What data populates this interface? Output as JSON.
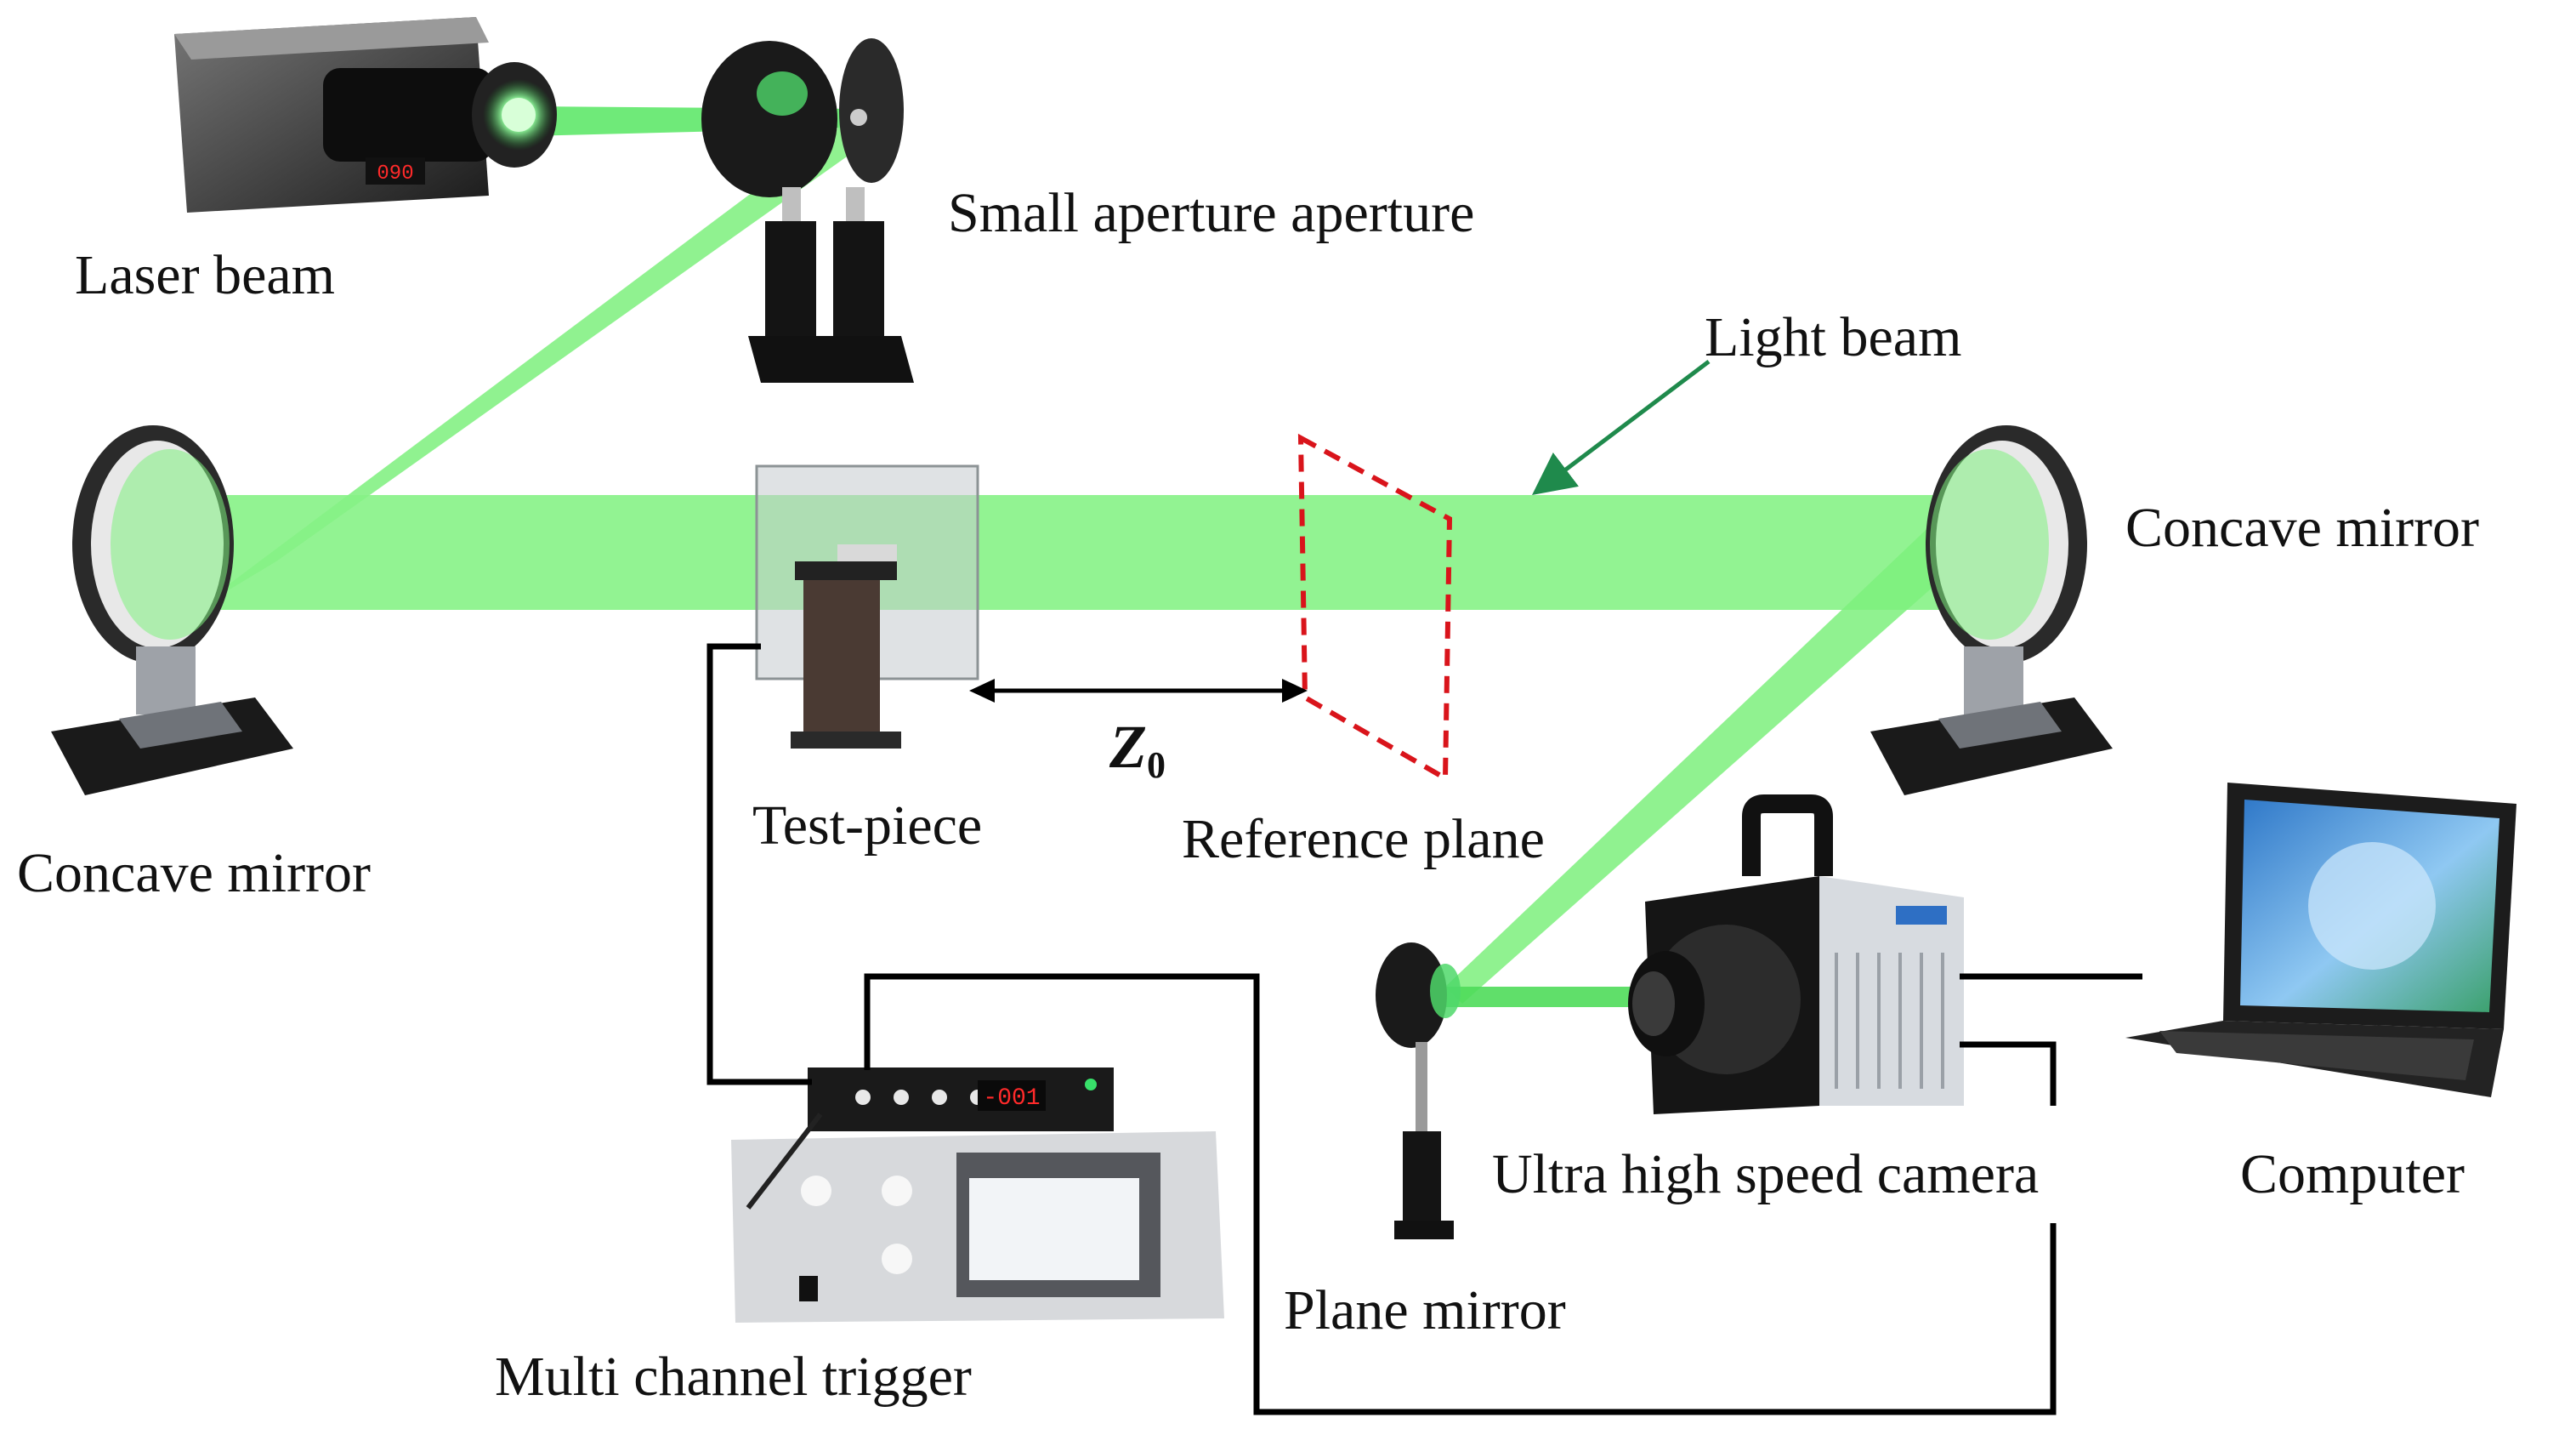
{
  "labels": {
    "laser_beam": "Laser beam",
    "small_aperture": "Small aperture aperture",
    "light_beam": "Light beam",
    "concave_mirror_right": "Concave mirror",
    "concave_mirror_left": "Concave mirror",
    "test_piece": "Test-piece",
    "reference_plane": "Reference plane",
    "z0_main": "Z",
    "z0_sub": "0",
    "ultra_high_speed_camera": "Ultra high speed camera",
    "computer": "Computer",
    "plane_mirror": "Plane mirror",
    "multi_channel_trigger": "Multi channel trigger",
    "laser_display": "090",
    "trigger_display": "-001"
  },
  "colors": {
    "beam": "#7df07d",
    "beam_dark": "#3fcf4a",
    "reference_plane": "#d9141b",
    "arrow": "#1f8a4c",
    "wire": "#000000",
    "text": "#111111"
  }
}
